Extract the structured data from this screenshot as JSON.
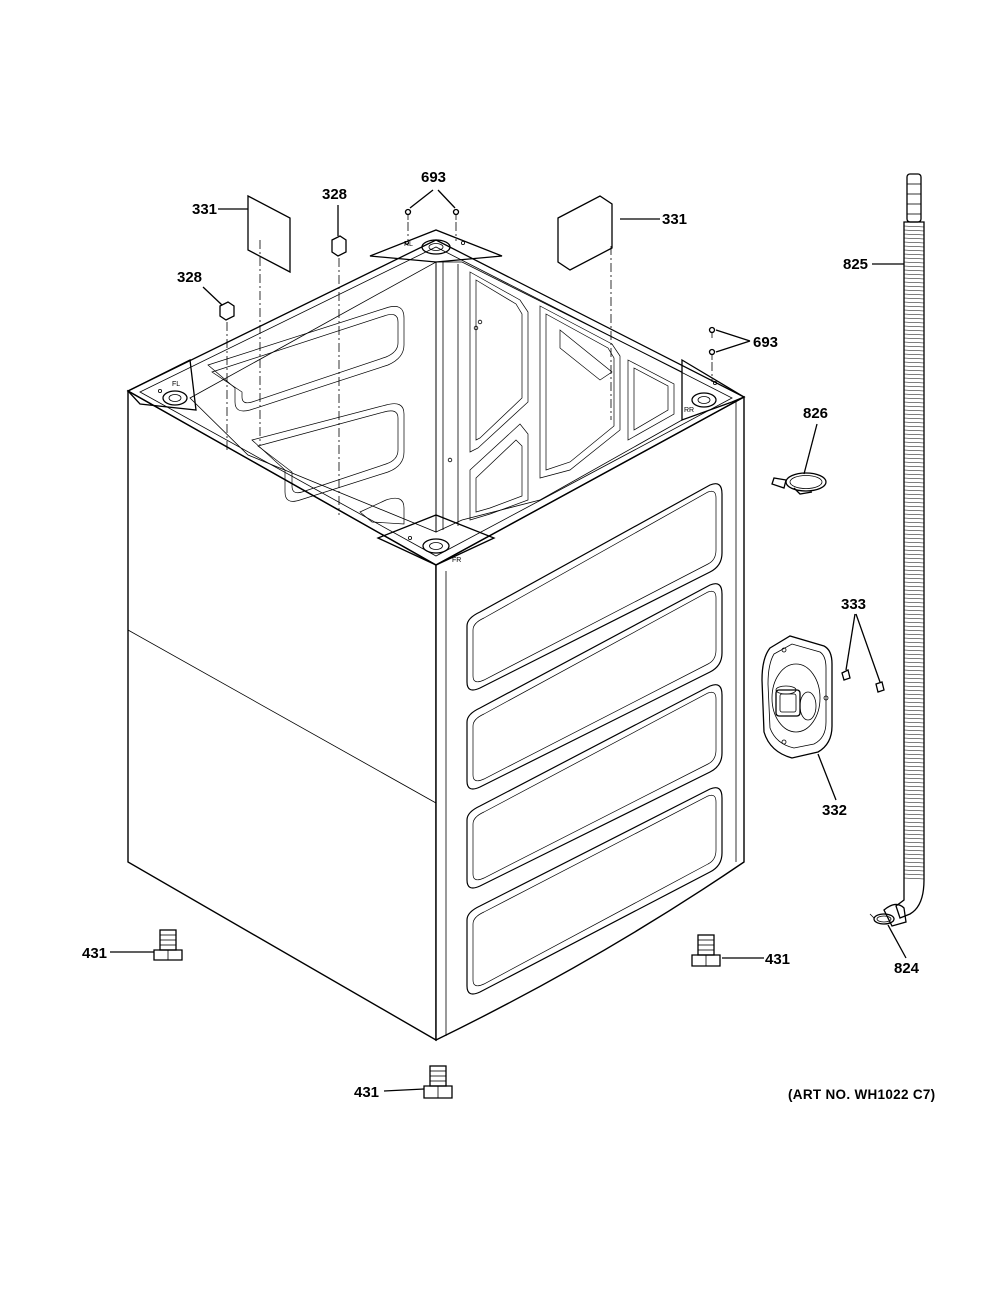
{
  "art_number": "(ART NO. WH1022 C7)",
  "callouts": {
    "p331_left": "331",
    "p331_right": "331",
    "p328_top": "328",
    "p328_left": "328",
    "p693_top": "693",
    "p693_right": "693",
    "p825": "825",
    "p826": "826",
    "p333": "333",
    "p332": "332",
    "p824": "824",
    "p431_left": "431",
    "p431_right": "431",
    "p431_bottom": "431"
  }
}
